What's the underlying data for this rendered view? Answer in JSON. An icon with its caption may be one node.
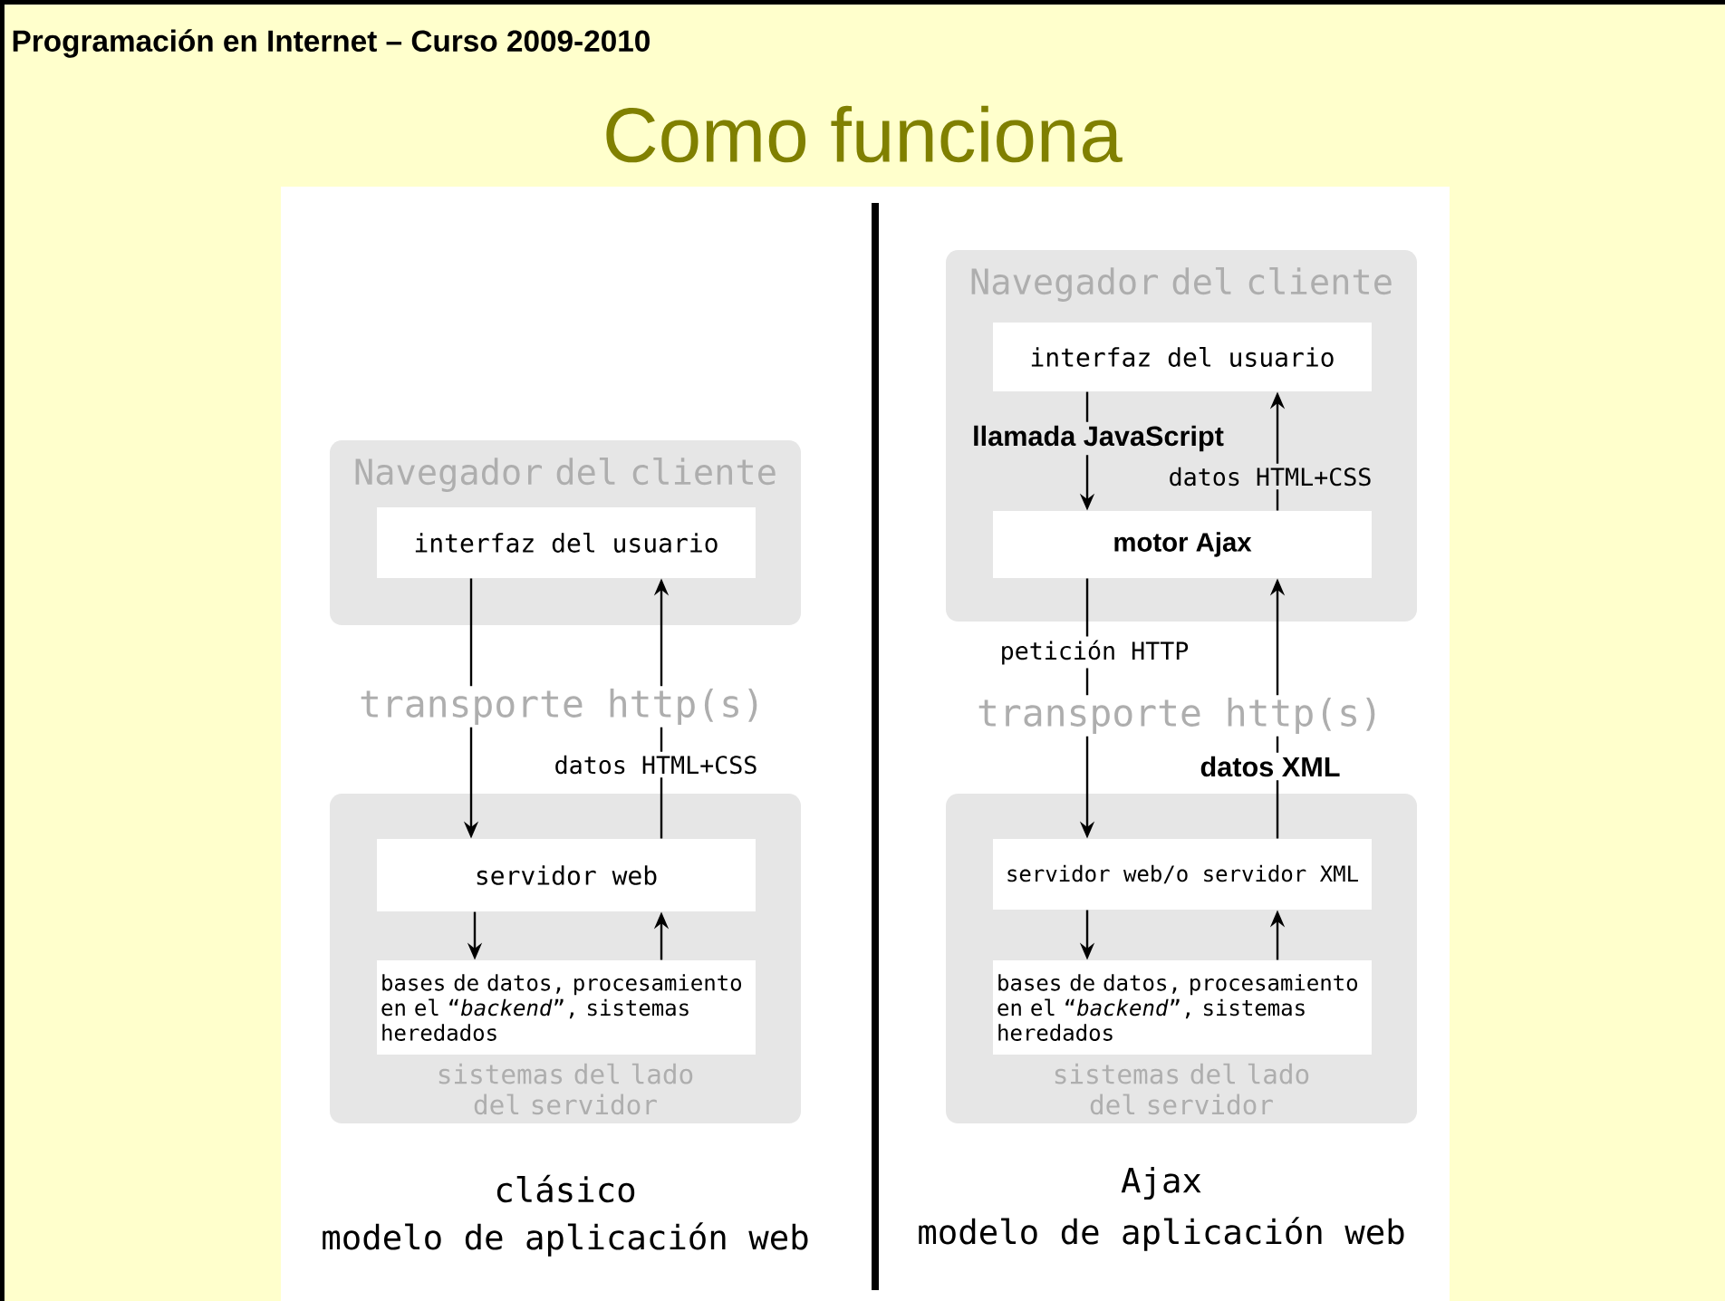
{
  "diagram": {
    "title": "Como funciona",
    "nodes": [
      {
        "text": [
          "Navegador del cliente"
        ]
      },
      {
        "text": [
          "interfaz del usuario"
        ],
        "in": 0
      },
      {
        "text": [
          "sistemas del lado del servidor"
        ]
      },
      {
        "text": [
          "servidor web"
        ],
        "in": 2
      },
      {
        "text": [
          "bases de datos, procesamiento en el “*backend*”, sistemas heredados"
        ],
        "in": 2
      },
      {
        "text": [
          "Navegador del cliente"
        ]
      },
      {
        "text": [
          "interfaz del usuario"
        ],
        "in": 5
      },
      {
        "text": [
          "motor Ajax"
        ],
        "in": 5
      },
      {
        "text": [
          "sistemas del lado del servidor"
        ]
      },
      {
        "text": [
          "servidor web/o servidor XML"
        ],
        "in": 8
      },
      {
        "text": [
          "bases de datos, procesamiento en el “*backend*”, sistemas heredados"
        ],
        "in": 8
      }
    ],
    "edges": [
      {
        "from": 1,
        "to": 3,
        "arrow": "to"
      },
      {
        "from": 3,
        "to": 1,
        "arrow": "to",
        "label": "datos HTML+CSS"
      },
      {
        "from": 3,
        "to": 4,
        "arrow": "to"
      },
      {
        "from": 4,
        "to": 3,
        "arrow": "to"
      },
      {
        "from": 6,
        "to": 7,
        "arrow": "to",
        "label": "llamada JavaScript"
      },
      {
        "from": 7,
        "to": 6,
        "arrow": "to",
        "label": "datos HTML+CSS"
      },
      {
        "from": 7,
        "to": 9,
        "arrow": "to",
        "label": "petición HTTP"
      },
      {
        "from": 9,
        "to": 7,
        "arrow": "to",
        "label": "datos XML"
      },
      {
        "from": 9,
        "to": 10,
        "arrow": "to"
      },
      {
        "from": 10,
        "to": 9,
        "arrow": "to"
      }
    ],
    "labels": [
      "Programación en Internet – Curso 2009-2010",
      "transporte http(s)",
      "transporte http(s)",
      "clásico",
      "modelo de aplicación web",
      "Ajax",
      "modelo de aplicación web"
    ]
  }
}
